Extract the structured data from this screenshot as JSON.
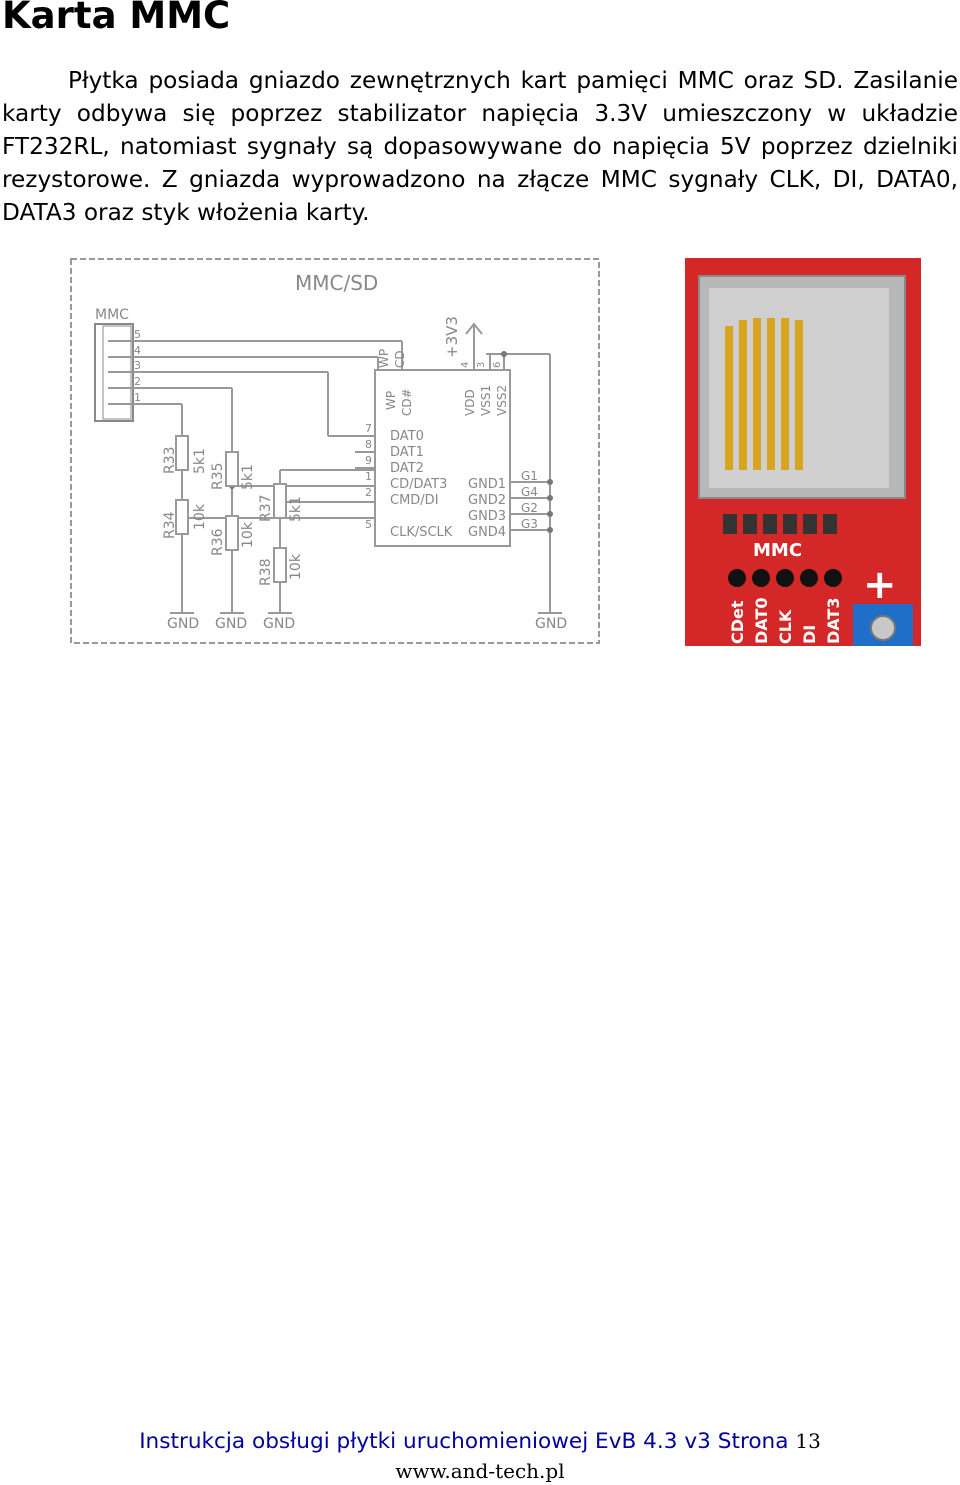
{
  "heading": "Karta MMC",
  "paragraph": "Płytka posiada gniazdo zewnętrznych kart pamięci MMC oraz SD. Zasilanie karty odbywa się poprzez stabilizator napięcia 3.3V umieszczony w układzie FT232RL, natomiast sygnały są dopasowywane do napięcia 5V poprzez dzielniki rezystorowe. Z gniazda wyprowadzono na złącze MMC sygnały CLK, DI, DATA0, DATA3 oraz styk włożenia karty.",
  "schematic": {
    "title": "MMC/SD",
    "connector": {
      "name": "MMC",
      "pins": [
        "5",
        "4",
        "3",
        "2",
        "1"
      ]
    },
    "power_label": "+3V3",
    "resistors": [
      {
        "ref": "R33",
        "value": "5k1"
      },
      {
        "ref": "R34",
        "value": "10k"
      },
      {
        "ref": "R35",
        "value": "5k1"
      },
      {
        "ref": "R36",
        "value": "10k"
      },
      {
        "ref": "R37",
        "value": "5k1"
      },
      {
        "ref": "R38",
        "value": "10k"
      }
    ],
    "socket": {
      "top_pins": [
        {
          "name": "WP",
          "num": ""
        },
        {
          "name": "CD",
          "num": ""
        },
        {
          "name": "VDD",
          "num": "4"
        },
        {
          "name": "VSS1",
          "num": "3"
        },
        {
          "name": "VSS2",
          "num": "6"
        }
      ],
      "inner_top_labels": [
        "WP",
        "CD#"
      ],
      "left_pins": [
        {
          "num": "7",
          "name": "DAT0"
        },
        {
          "num": "8",
          "name": "DAT1"
        },
        {
          "num": "9",
          "name": "DAT2"
        },
        {
          "num": "1",
          "name": "CD/DAT3"
        },
        {
          "num": "2",
          "name": "CMD/DI"
        },
        {
          "num": "5",
          "name": "CLK/SCLK"
        }
      ],
      "gnd_pins": [
        {
          "inner": "GND1",
          "outer": "G1"
        },
        {
          "inner": "GND2",
          "outer": "G4"
        },
        {
          "inner": "GND3",
          "outer": "G2"
        },
        {
          "inner": "GND4",
          "outer": "G3"
        }
      ]
    },
    "ground_labels": [
      "GND",
      "GND",
      "GND",
      "GND"
    ]
  },
  "photo": {
    "board_labels": [
      "MMC",
      "CDet",
      "DAT0",
      "CLK",
      "DI",
      "DAT3",
      "+"
    ],
    "colors": {
      "board": "#d42828",
      "silk": "#ffffff"
    }
  },
  "footer": {
    "title": "Instrukcja obsługi płytki uruchomieniowej EvB 4.3 v3",
    "page_label": "Strona",
    "page_number": "13",
    "url": "www.and-tech.pl"
  }
}
